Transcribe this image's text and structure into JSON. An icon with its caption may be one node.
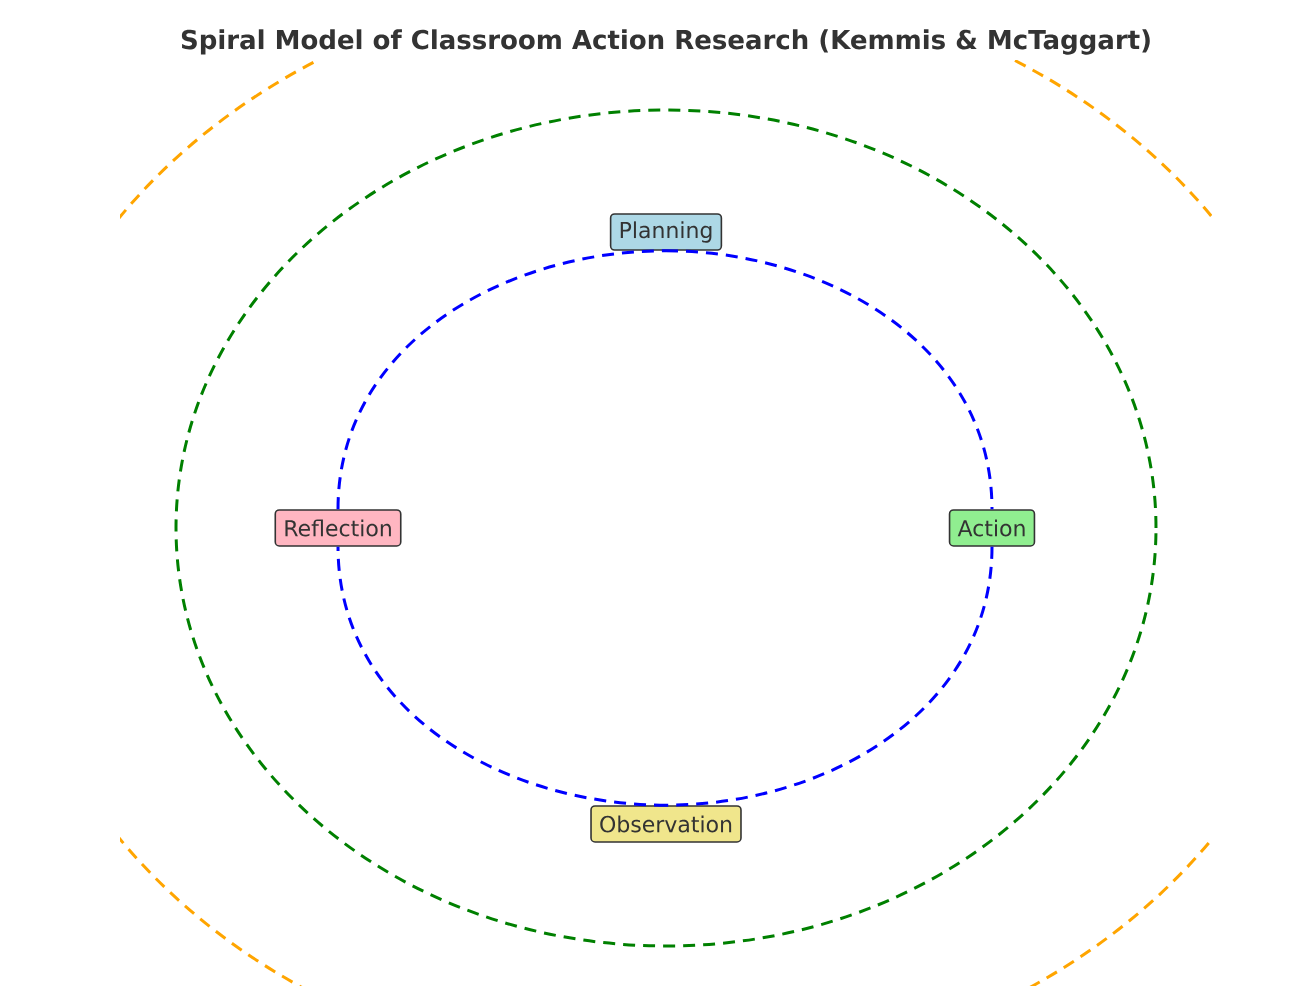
{
  "diagram": {
    "title": "Spiral Model of Classroom Action Research (Kemmis & McTaggart)",
    "nodes": [
      {
        "text": [
          "Planning"
        ]
      },
      {
        "text": [
          "Action"
        ]
      },
      {
        "text": [
          "Observation"
        ]
      },
      {
        "text": [
          "Reflection"
        ]
      }
    ],
    "edges": [
      {
        "from": 0,
        "to": 1,
        "arrow": "none",
        "style": "dashed"
      },
      {
        "from": 1,
        "to": 2,
        "arrow": "none",
        "style": "dashed"
      },
      {
        "from": 2,
        "to": 3,
        "arrow": "none",
        "style": "dashed"
      },
      {
        "from": 3,
        "to": 0,
        "arrow": "none",
        "style": "dashed"
      }
    ]
  }
}
